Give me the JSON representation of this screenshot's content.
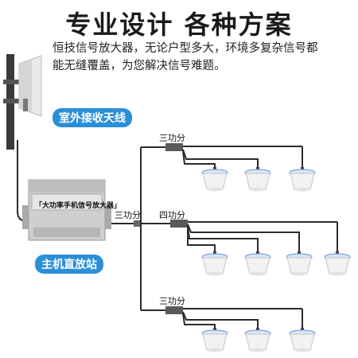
{
  "headline": "专业设计 各种方案",
  "description": {
    "line1": "恒技信号放大器，无论户型多大，环境多复杂信号都",
    "line2": "能无缝覆盖，为您解决信号难题。"
  },
  "antenna_badge": "室外接收天线",
  "host_badge": "主机直放站",
  "host_box_label": "「大功率手机信号放大器」",
  "splitters": {
    "three_way_top": "三功分",
    "three_way_mid": "三功分",
    "four_way": "四功分",
    "three_way_bottom": "三功分"
  },
  "colors": {
    "badge": "#2a8fd8",
    "cable": "#2b2b2b"
  },
  "icons": [
    "yagi-panel-antenna-icon",
    "repeater-box-icon",
    "power-splitter-icon",
    "ceiling-antenna-icon"
  ]
}
